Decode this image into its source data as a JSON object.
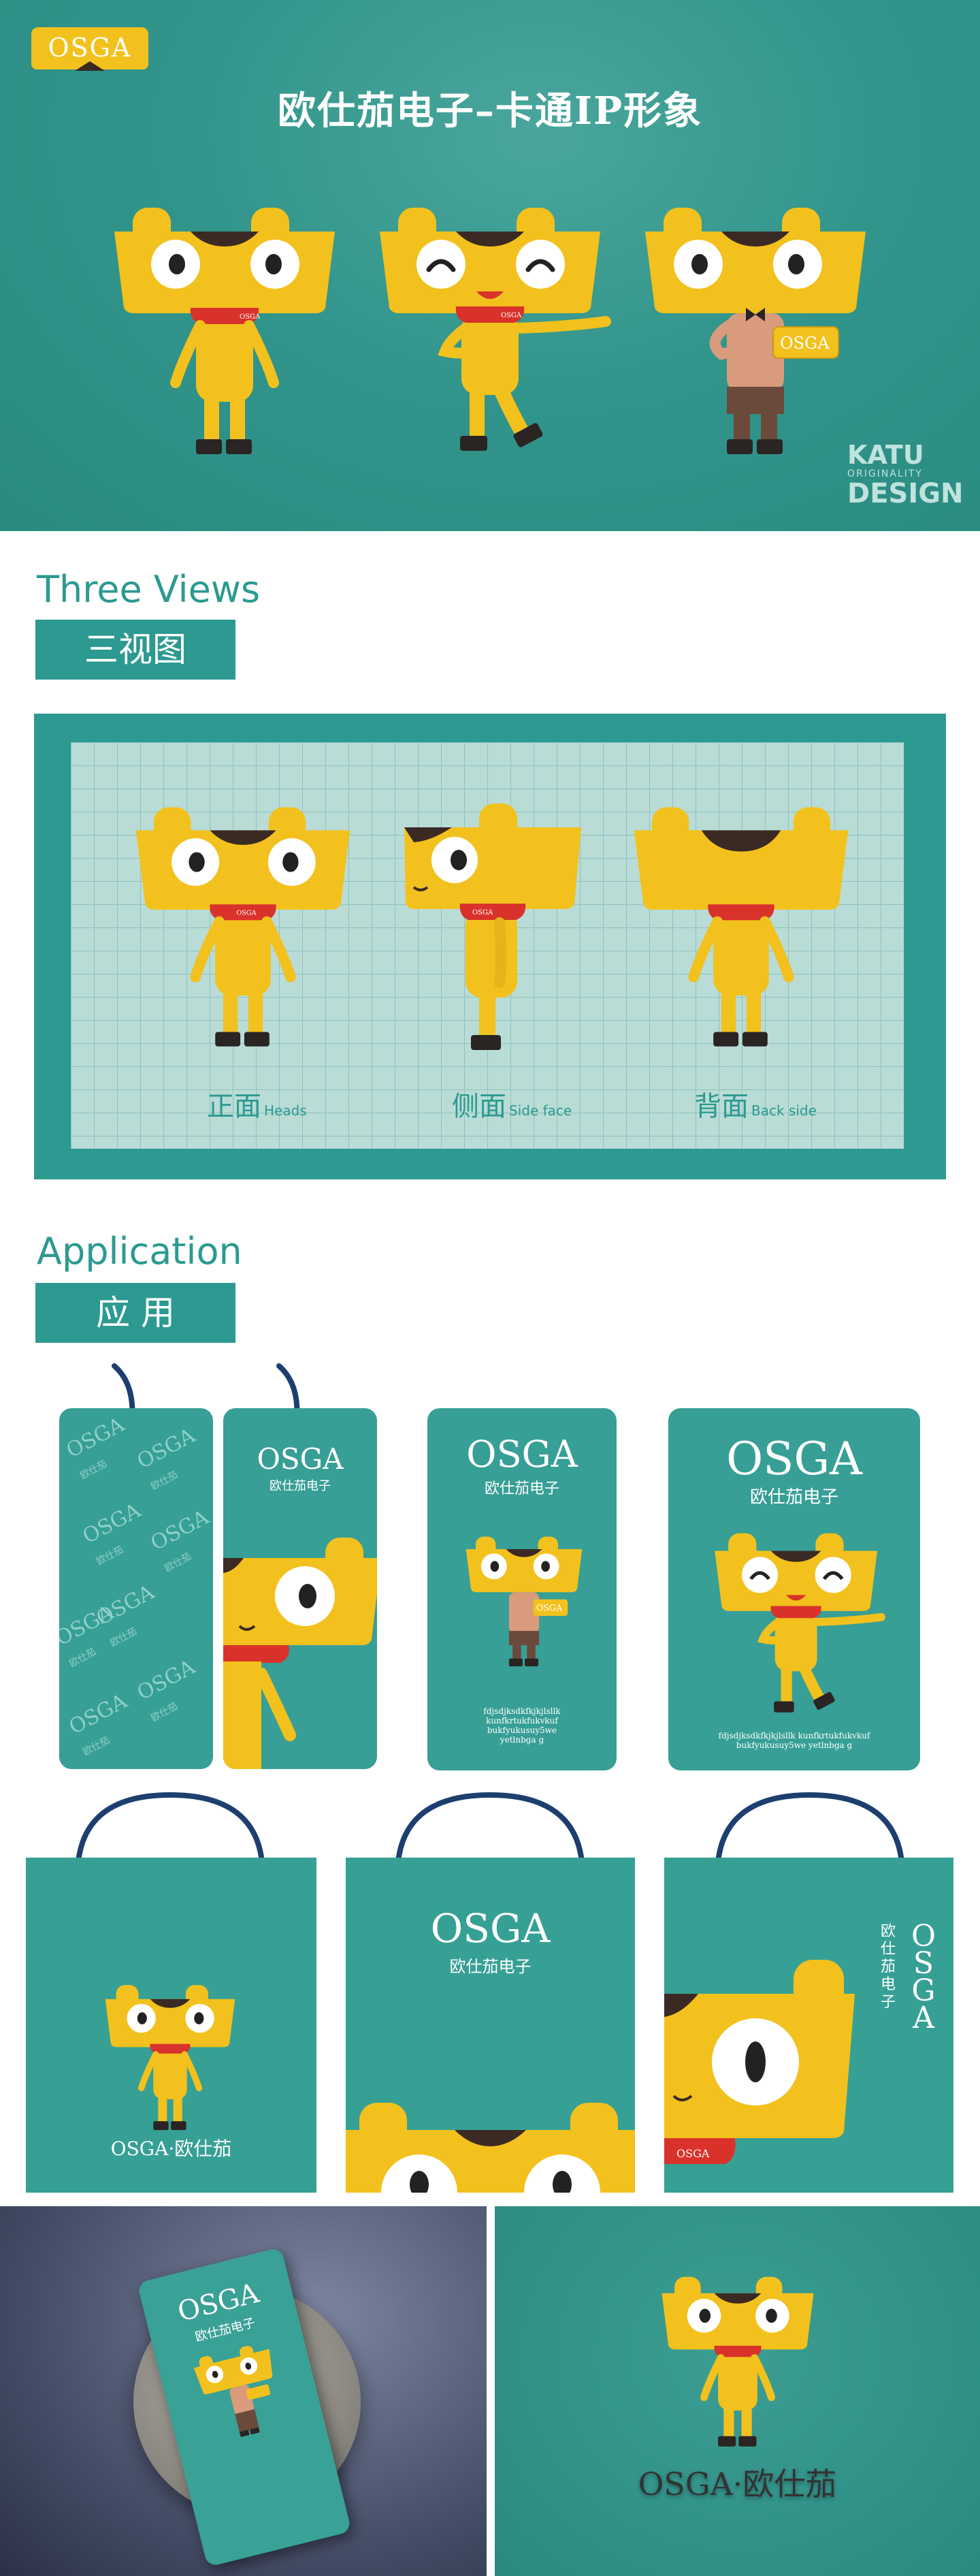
{
  "hero": {
    "logo": "OSGA",
    "title": "欧仕茄电子–卡通IP形象",
    "mascot_badge": "OSGA",
    "scarf_label": "OSGA",
    "brand": {
      "line1": "KATU",
      "line2": "ORIGINALITY",
      "line3": "DESIGN"
    }
  },
  "three_views": {
    "title_en": "Three Views",
    "title_cn": "三视图",
    "views": [
      {
        "cn": "正面",
        "en": "Heads"
      },
      {
        "cn": "侧面",
        "en": "Side face"
      },
      {
        "cn": "背面",
        "en": "Back side"
      }
    ]
  },
  "application": {
    "title_en": "Application",
    "title_cn": "应 用",
    "pattern_text": "OSGA",
    "pattern_sub": "欧仕茄",
    "brand_name": "OSGA",
    "brand_cn": "欧仕茄电子",
    "small_print": "fdjsdjksdkfkjkjlsllk kunfkrtukfukvkuf bukfyukusuy5we yetlnbga g",
    "bag_footer": "OSGA·欧仕茄",
    "bag_vertical_en": "OSGA",
    "bag_vertical_cn": "欧仕茄电子",
    "mockup_footer": "OSGA·欧仕茄"
  },
  "colors": {
    "teal": "#2c9a90",
    "yellow": "#f3c11d",
    "scarf": "#d9322b",
    "navy": "#1c3f6e"
  }
}
